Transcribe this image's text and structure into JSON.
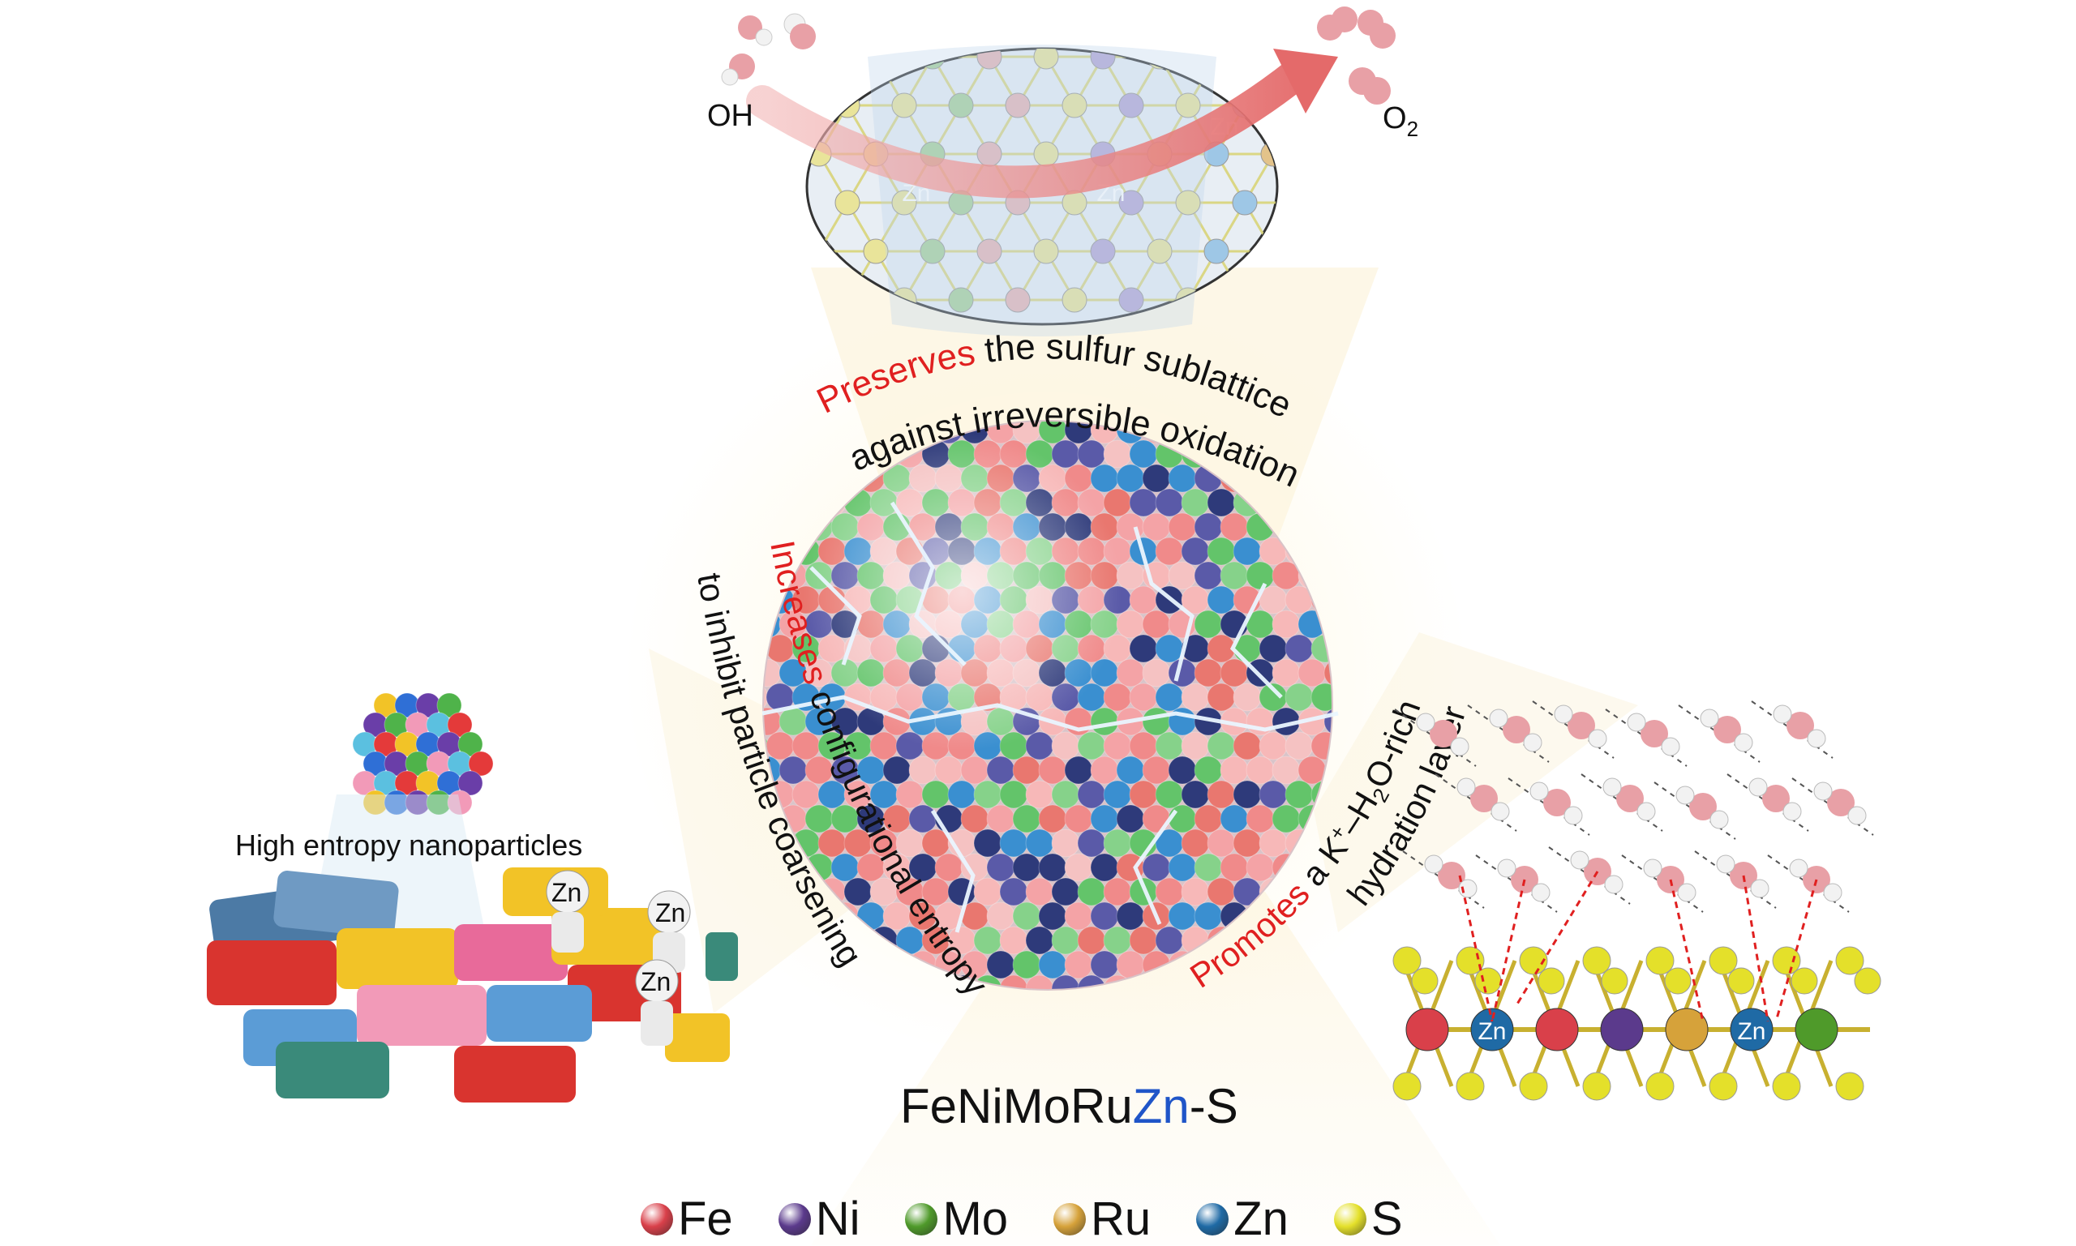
{
  "figure": {
    "labels": {
      "oh": "OH",
      "o2": "O",
      "o2_sub": "2",
      "zn": "Zn",
      "high_entropy": "High entropy nanoparticles",
      "compound_prefix": "FeNiMoRu",
      "compound_zn": "Zn",
      "compound_suffix": "-S"
    },
    "arc_text": {
      "preserves_key": "Preserves",
      "preserves_rest": " the sulfur sublattice",
      "preserves_line2": "against irreversible oxidation",
      "increases_key": "Increases",
      "increases_rest": " configurational entropy",
      "increases_line2": "to inhibit particle coarsening",
      "promotes_key": "Promotes",
      "promotes_rest_a": " a K",
      "promotes_sup": "+",
      "promotes_rest_b": "–H",
      "promotes_sub": "2",
      "promotes_rest_c": "O-rich",
      "promotes_line2": "hydration layer"
    },
    "legend": [
      {
        "label": "Fe",
        "color": "#d9404a"
      },
      {
        "label": "Ni",
        "color": "#5b3a8c"
      },
      {
        "label": "Mo",
        "color": "#4f9a2a"
      },
      {
        "label": "Ru",
        "color": "#d6a23a"
      },
      {
        "label": "Zn",
        "color": "#1f6aa5"
      },
      {
        "label": "S",
        "color": "#e4e02a"
      }
    ],
    "colors": {
      "accent_red": "#e02020",
      "accent_blue": "#1f55c8",
      "water_o": "#e8a0a6",
      "water_h": "#f2f2f2"
    }
  }
}
